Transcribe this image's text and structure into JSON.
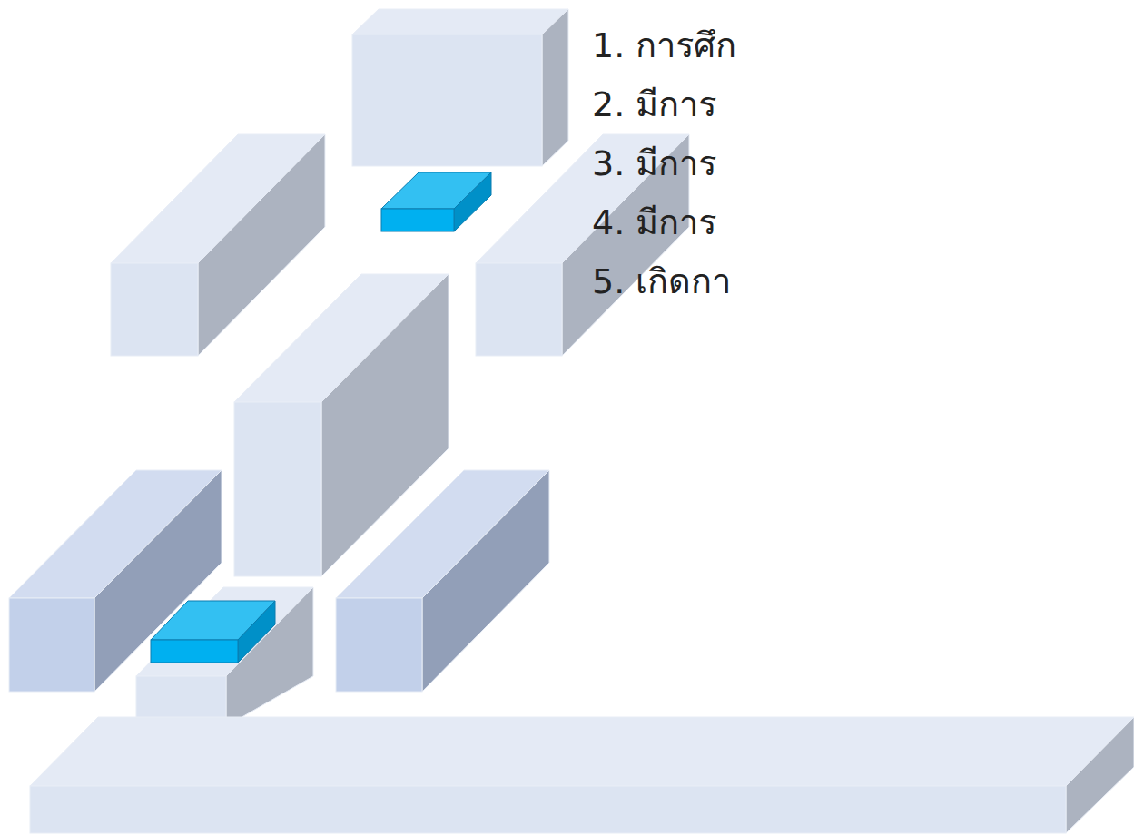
{
  "diagram": {
    "labels": [
      "1. การศึก",
      "2. มีการ",
      "3. มีการ",
      "4. มีการ",
      "5. เกิดกา"
    ]
  }
}
